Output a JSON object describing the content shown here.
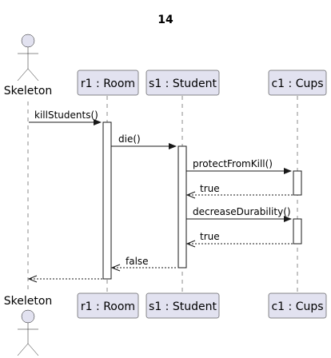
{
  "diagram": {
    "title": "14",
    "actor": {
      "label": "Skeleton"
    },
    "participants": [
      {
        "id": "r1",
        "label": "r1 : Room"
      },
      {
        "id": "s1",
        "label": "s1 : Student"
      },
      {
        "id": "c1",
        "label": "c1 : Cups"
      }
    ],
    "messages": [
      {
        "from": "skeleton",
        "to": "r1",
        "label": "killStudents()",
        "kind": "call"
      },
      {
        "from": "r1",
        "to": "s1",
        "label": "die()",
        "kind": "call"
      },
      {
        "from": "s1",
        "to": "c1",
        "label": "protectFromKill()",
        "kind": "call"
      },
      {
        "from": "c1",
        "to": "s1",
        "label": "true",
        "kind": "return"
      },
      {
        "from": "s1",
        "to": "c1",
        "label": "decreaseDurability()",
        "kind": "call"
      },
      {
        "from": "c1",
        "to": "s1",
        "label": "true",
        "kind": "return"
      },
      {
        "from": "s1",
        "to": "r1",
        "label": "false",
        "kind": "return"
      },
      {
        "from": "r1",
        "to": "skeleton",
        "label": "",
        "kind": "return"
      }
    ]
  },
  "colors": {
    "participant_fill": "#E2E2F0",
    "line": "#181818",
    "activation_fill": "#FFFFFF"
  }
}
